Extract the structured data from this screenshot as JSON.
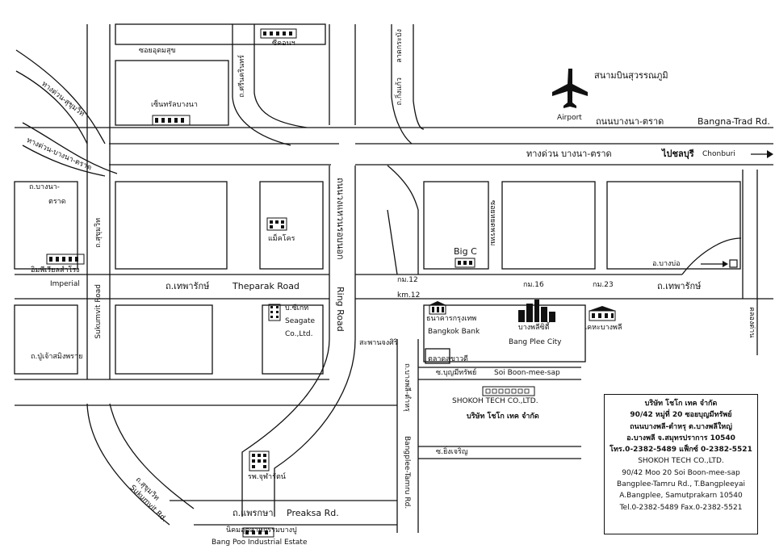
{
  "roads": {
    "bangna_trad_th": "ถนนบางนา-ตราด",
    "bangna_trad_en": "Bangna-Trad Rd.",
    "expressway_th": "ทางด่วน บางนา-ตราด",
    "to_chonburi_th": "ไปชลบุรี",
    "to_chonburi_en": "Chonburi",
    "expressway_sukhumvit": "ทางด่วน-สุขุมวิท",
    "expressway_bangna_trad": "ทางด่วน-บางนา-ตราด",
    "bangna_trad_left_1": "ถ.บางนา-",
    "bangna_trad_left_2": "ตราด",
    "soi_udomsuk": "ซอยอุดมสุข",
    "srinakarin_th": "ถ.ศรีนครินทร์",
    "sukhumvit_th": "ถ.สุขุมวิท",
    "sukhumvit_en": "Sukumvit Road",
    "theparak_th": "ถ.เทพารักษ์",
    "theparak_en": "Theparak Road",
    "theparak_th_right": "ถ.เทพารักษ์",
    "ring_road_th": "ถนนวงแหวนรอบนอก",
    "ring_road_en": "Ring Road",
    "king_kaew": "ถ.กิ่งแก้ว",
    "king_kaew_top": "ลาดกระบัง",
    "soi_south": "ซอยหยดพรหม",
    "pu_chao": "ถ.ปู่เจ้าสมิงพราย",
    "saphan_chongsiri": "สะพานจงศิริ",
    "bangplee_tamru_th": "ถ.บางพลี-ตำหรุ",
    "bangplee_tamru_en": "Bangplee-Tamru Rd.",
    "soi_boon_th": "ซ.บุญมีทรัพย์",
    "soi_boon_en": "Soi Boon-mee-sap",
    "soi_ying_charoen": "ซ.ยิ่งเจริญ",
    "sukhumvit_lower_th": "ถ.สุขุมวิท",
    "sukhumvit_lower_en": "Sukumvit Rd.",
    "preaksa_th": "ถ.แพรกษา",
    "preaksa_en": "Preaksa Rd.",
    "km12_top": "กม.12",
    "km12_bottom": "km.12",
    "km16": "กม.16",
    "km23": "กม.23",
    "right_edge_road": "คลองด่าน"
  },
  "places": {
    "airport_th": "สนามบินสุวรรณภูมิ",
    "airport_en": "Airport",
    "seacon": "ซีคอนฯ",
    "central": "เซ็นทรัลบางนา",
    "imperial_th": "อิมพีเรียลสำโรง",
    "imperial_en": "Imperial",
    "makro": "แม็คโคร",
    "big_c": "Big C",
    "bangbo": "อ.บางบ่อ",
    "seagate_th": "บ.ซีเกท",
    "seagate_en1": "Seagate",
    "seagate_en2": "Co.,Ltd.",
    "bangkok_bank_th": "ธนาคารกรุงเทพ",
    "bangkok_bank_en": "Bangkok Bank",
    "bangplee_city_th": "บางพลีซิตี้",
    "bangplee_city_en": "Bang Plee City",
    "kheha": "เคหะบางพลี",
    "market": "ตลาดสุขาวดี",
    "shokoh_en": "SHOKOH TECH CO.,LTD.",
    "shokoh_th": "บริษัท โชโก เทค จำกัด",
    "hospital": "รพ.จุฬารัตน์",
    "bangpoo_th": "นิคมอุตสาหกรรมบางปู",
    "bangpoo_en": "Bang Poo Industrial Estate"
  },
  "address": {
    "lines_th": [
      "บริษัท โชโก เทค จำกัด",
      "90/42 หมู่ที่ 20  ซอยบุญมีทรัพย์",
      "ถนนบางพลี-ตำหรุ  ต.บางพลีใหญ่",
      "อ.บางพลี  จ.สมุทรปราการ 10540",
      "โทร.0-2382-5489  แฟ็กซ์ 0-2382-5521"
    ],
    "lines_en": [
      "SHOKOH TECH CO.,LTD.",
      "90/42 Moo 20  Soi Boon-mee-sap",
      "Bangplee-Tamru Rd., T.Bangpleeyai",
      "A.Bangplee, Samutprakarn 10540",
      "Tel.0-2382-5489  Fax.0-2382-5521"
    ]
  },
  "icons": {
    "airplane": "airplane-icon",
    "building": "building-icon",
    "arrow": "arrow-right-icon"
  }
}
